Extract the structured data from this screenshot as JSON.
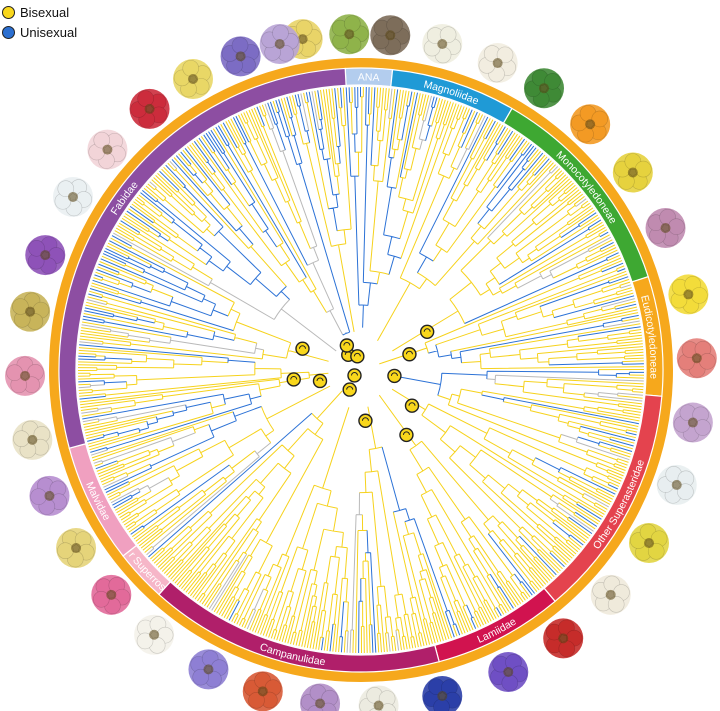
{
  "legend": {
    "items": [
      {
        "label": "Bisexual",
        "color": "#f9d71c"
      },
      {
        "label": "Unisexual",
        "color": "#2b6fd1"
      }
    ]
  },
  "colors": {
    "bisexual": "#f6d21c",
    "unisexual": "#2c72d6",
    "uncertain": "#b9b9b9",
    "outer_ring": "#f6a81c"
  },
  "clades": [
    {
      "label": "ANA",
      "color": "#b3cdee",
      "start_deg": 357,
      "end_deg": 6
    },
    {
      "label": "Magnoliidae",
      "color": "#1f9ad6",
      "start_deg": 6,
      "end_deg": 30
    },
    {
      "label": "Monocotyledoneae",
      "color": "#3ea832",
      "start_deg": 30,
      "end_deg": 72
    },
    {
      "label": "Eudicotyledoneae",
      "color": "#f6a81c",
      "start_deg": 72,
      "end_deg": 95
    },
    {
      "label": "Other Superasteridae",
      "color": "#e4434e",
      "start_deg": 95,
      "end_deg": 140
    },
    {
      "label": "Lamiidae",
      "color": "#d1134f",
      "start_deg": 140,
      "end_deg": 165
    },
    {
      "label": "Campanulidae",
      "color": "#b01f6a",
      "start_deg": 165,
      "end_deg": 222
    },
    {
      "label": "Other Superrosidae",
      "color": "#f6b6c8",
      "start_deg": 222,
      "end_deg": 232
    },
    {
      "label": "Malvidae",
      "color": "#f0a0c0",
      "start_deg": 232,
      "end_deg": 255
    },
    {
      "label": "Fabidae",
      "color": "#8d4ea2",
      "start_deg": 255,
      "end_deg": 357
    }
  ],
  "flower_photos": [
    {
      "name": "nymphaea",
      "color": "#e9d468",
      "angle": 350
    },
    {
      "name": "green-leaf",
      "color": "#8fb34a",
      "angle": 358
    },
    {
      "name": "nigella",
      "color": "#7d6d5a",
      "angle": 5
    },
    {
      "name": "white-flower",
      "color": "#efeee0",
      "angle": 14
    },
    {
      "name": "magnolia",
      "color": "#f2ede0",
      "angle": 24
    },
    {
      "name": "arum",
      "color": "#3f8a36",
      "angle": 33
    },
    {
      "name": "strelitzia",
      "color": "#f39a24",
      "angle": 43
    },
    {
      "name": "yellow-iris",
      "color": "#e6d23e",
      "angle": 54
    },
    {
      "name": "lily",
      "color": "#c08bb0",
      "angle": 65
    },
    {
      "name": "buttercup",
      "color": "#f3dc3a",
      "angle": 77
    },
    {
      "name": "protea",
      "color": "#e47f7a",
      "angle": 88
    },
    {
      "name": "hydrangea",
      "color": "#c4a4cf",
      "angle": 99
    },
    {
      "name": "white-star",
      "color": "#e8eef0",
      "angle": 110
    },
    {
      "name": "sedum",
      "color": "#e2d542",
      "angle": 121
    },
    {
      "name": "rosa",
      "color": "#efeadb",
      "angle": 132
    },
    {
      "name": "red-tubular",
      "color": "#c62c2a",
      "angle": 143
    },
    {
      "name": "salvia",
      "color": "#6f4fc4",
      "angle": 154
    },
    {
      "name": "gentian",
      "color": "#2b3fa8",
      "angle": 166
    },
    {
      "name": "achillea",
      "color": "#ecebe0",
      "angle": 177
    },
    {
      "name": "centaurea",
      "color": "#b28fc8",
      "angle": 187
    },
    {
      "name": "penstemon",
      "color": "#d85a36",
      "angle": 197
    },
    {
      "name": "campanula",
      "color": "#8e7fd4",
      "angle": 207
    },
    {
      "name": "daisy",
      "color": "#f4f2ea",
      "angle": 218
    },
    {
      "name": "dianthus",
      "color": "#e26a9a",
      "angle": 228
    },
    {
      "name": "thistle",
      "color": "#e5d47a",
      "angle": 238
    },
    {
      "name": "geranium",
      "color": "#b78ed0",
      "angle": 248
    },
    {
      "name": "orchid",
      "color": "#e9e2c6",
      "angle": 258
    },
    {
      "name": "malva",
      "color": "#e493b0",
      "angle": 269
    },
    {
      "name": "catkin",
      "color": "#c8b45a",
      "angle": 280
    },
    {
      "name": "pea",
      "color": "#8e52b8",
      "angle": 290
    },
    {
      "name": "white-five-petal",
      "color": "#eaf0f2",
      "angle": 301
    },
    {
      "name": "pink-blossom",
      "color": "#f2d4d8",
      "angle": 311
    },
    {
      "name": "red-rose",
      "color": "#cc2c3c",
      "angle": 321
    },
    {
      "name": "yellow-rose",
      "color": "#e9d766",
      "angle": 330
    },
    {
      "name": "viola",
      "color": "#7c6cc4",
      "angle": 339
    },
    {
      "name": "passiflora",
      "color": "#b9a4d6",
      "angle": 346
    }
  ],
  "transition_nodes": [
    {
      "angle": 60,
      "radius": 0.27
    },
    {
      "angle": 72,
      "radius": 0.18
    },
    {
      "angle": 100,
      "radius": 0.12
    },
    {
      "angle": 125,
      "radius": 0.22
    },
    {
      "angle": 145,
      "radius": 0.28
    },
    {
      "angle": 175,
      "radius": 0.18
    },
    {
      "angle": 210,
      "radius": 0.08
    },
    {
      "angle": 230,
      "radius": 0.03
    },
    {
      "angle": 255,
      "radius": 0.15
    },
    {
      "angle": 262,
      "radius": 0.24
    },
    {
      "angle": 290,
      "radius": 0.22
    },
    {
      "angle": 320,
      "radius": 0.07
    },
    {
      "angle": 330,
      "radius": 0.1
    },
    {
      "angle": 345,
      "radius": 0.05
    }
  ]
}
